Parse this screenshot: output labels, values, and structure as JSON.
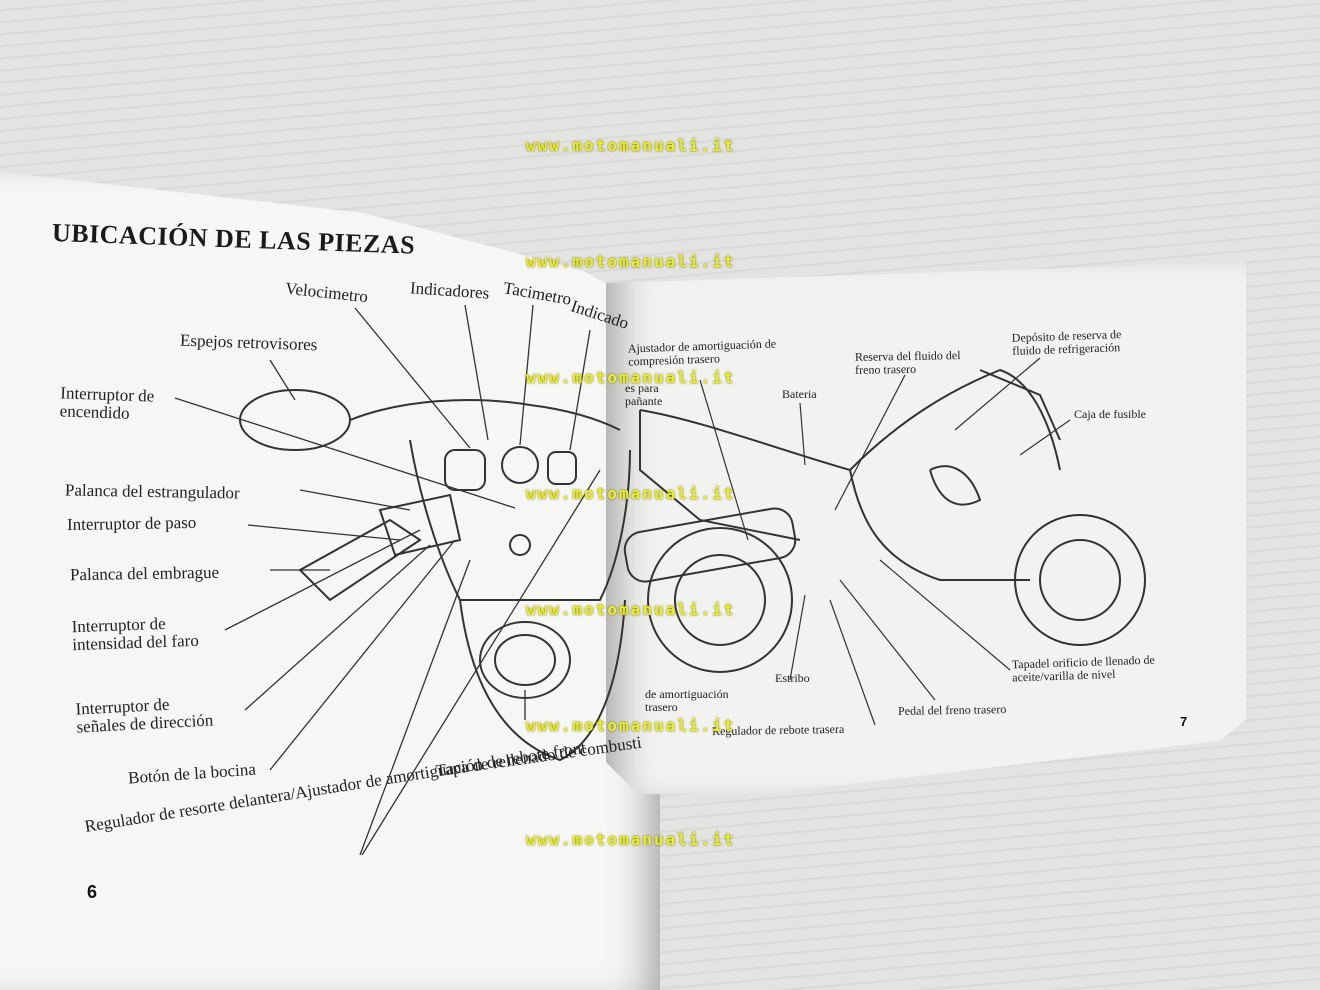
{
  "watermark": "www.motomanuali.it",
  "left_page": {
    "title": "UBICACIÓN DE LAS PIEZAS",
    "page_number": "6",
    "labels": {
      "velocimetro": "Velocimetro",
      "indicadores": "Indicadores",
      "tacometro": "Tacimetro",
      "indicadores_2": "Indicado",
      "espejos": "Espejos retrovisores",
      "interruptor_encendido": "Interruptor de\nencendido",
      "palanca_estrangulador": "Palanca del estrangulador",
      "interruptor_paso": "Interruptor de paso",
      "palanca_embrague": "Palanca del embrague",
      "interruptor_faro": "Interruptor de\nintensidad del faro",
      "interruptor_senales": "Interruptor de\nseñales de dirección",
      "boton_bocina": "Botón de la bocina",
      "tapa_rellenado": "Tapa de rellenado de combusti",
      "regulador_resorte": "Regulador de resorte delantera/Ajustador de amortiguación de rebote front"
    }
  },
  "right_page": {
    "page_number": "7",
    "labels": {
      "ajustador_compresion": "Ajustador de amortiguación de\ncompresión trasero",
      "ganchos": "es para\npañante",
      "bateria": "Bateria",
      "reserva_freno": "Reserva del fluido del\nfreno trasero",
      "deposito_refrigeracion": "Depósito de reserva de\nfluido de refrigeración",
      "caja_fusible": "Caja de fusible",
      "ajustador_trasero": "de amortiguación\ntrasero",
      "estribo": "Estribo",
      "regulador_rebote": "Regulador de rebote trasera",
      "pedal_freno": "Pedal del freno trasero",
      "tapa_aceite": "Tapadel orificio de llenado de\naceite/varilla de nivel"
    }
  }
}
